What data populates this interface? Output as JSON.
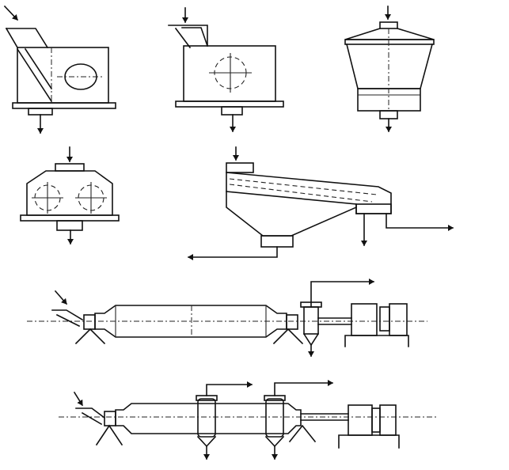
{
  "figure": {
    "background": "#ffffff",
    "ink": "#111111",
    "panels": [
      {
        "id": "hammer-mill"
      },
      {
        "id": "rotor-crusher"
      },
      {
        "id": "cone-crusher"
      },
      {
        "id": "double-roll-crusher"
      },
      {
        "id": "vibrating-screen"
      },
      {
        "id": "ball-mill-circuit"
      },
      {
        "id": "tube-mill-circuit"
      }
    ]
  }
}
